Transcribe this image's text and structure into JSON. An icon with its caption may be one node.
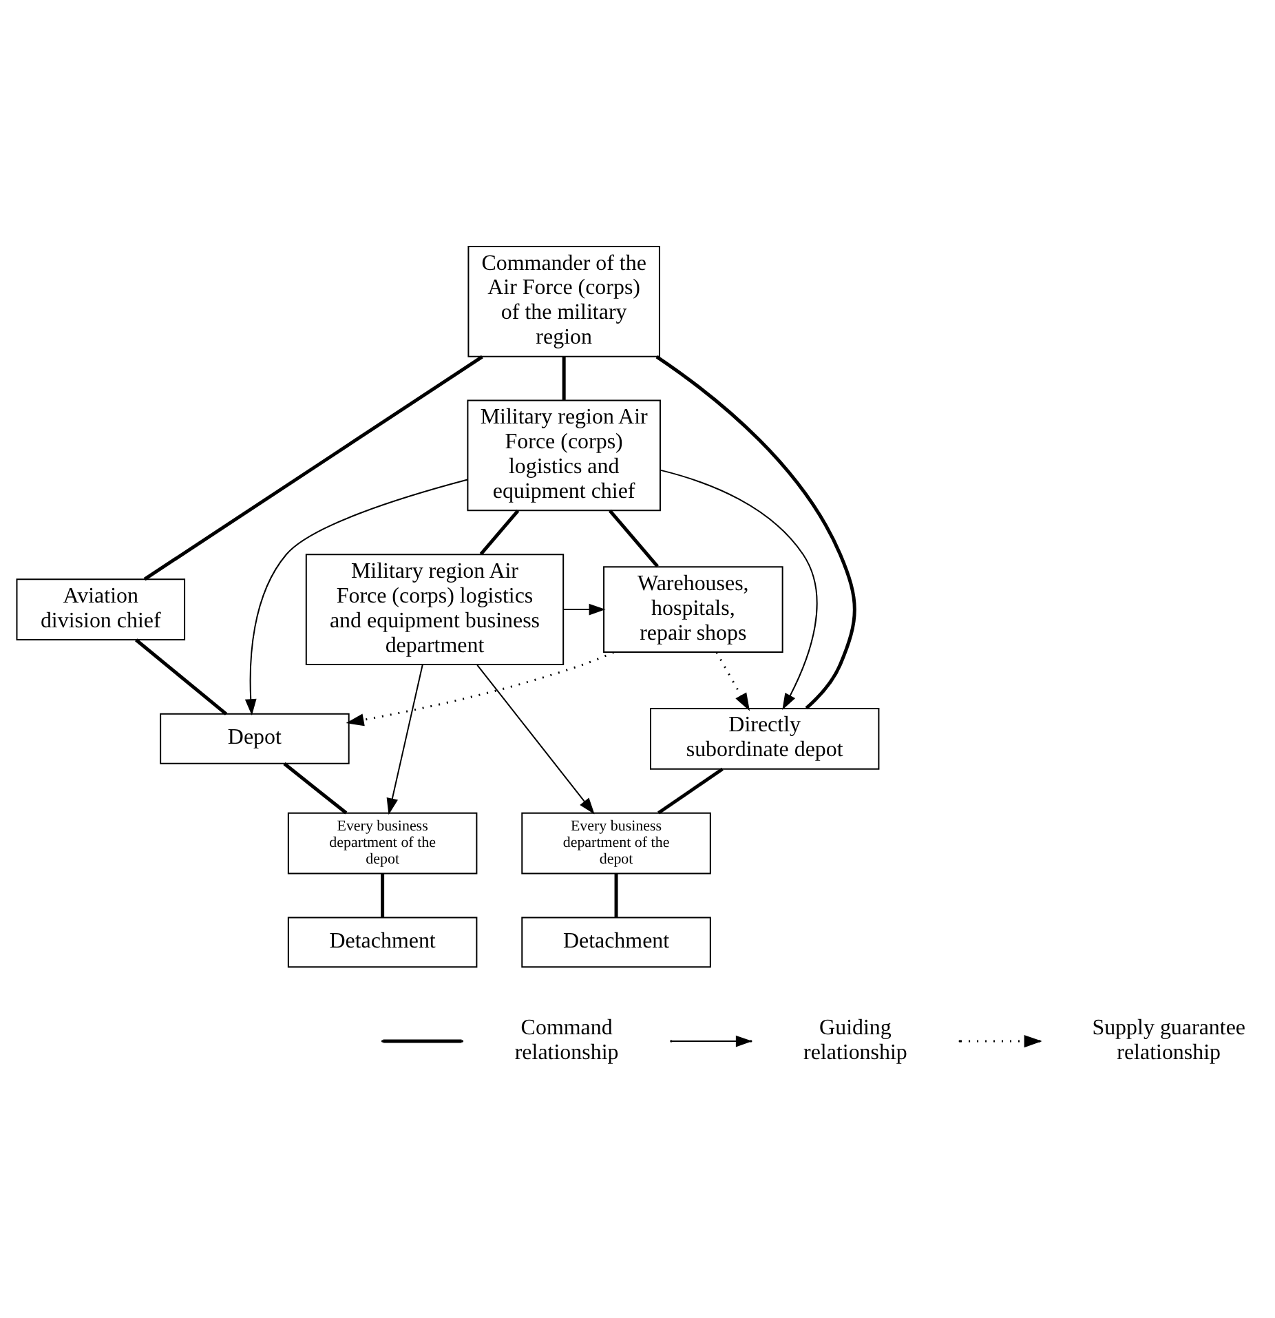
{
  "diagram": {
    "nodes": [
      {
        "text": [
          "Commander of the Air Force (corps) of the military region"
        ]
      },
      {
        "text": [
          "Military region Air Force (corps) logistics and equipment chief"
        ]
      },
      {
        "text": [
          "Aviation division chief"
        ]
      },
      {
        "text": [
          "Warehouses, hospitals, repair shops"
        ]
      },
      {
        "text": [
          "Military region Air Force (corps) logistics and equipment business department"
        ]
      },
      {
        "text": [
          "Depot"
        ]
      },
      {
        "text": [
          "Directly subordinate depot"
        ]
      },
      {
        "text": [
          "Every business department of the depot"
        ]
      },
      {
        "text": [
          "Detachment"
        ]
      },
      {
        "text": [
          "Every business department of the depot"
        ]
      },
      {
        "text": [
          "Detachment"
        ]
      }
    ],
    "edges": [
      {
        "from": 0,
        "to": 1,
        "arrow": "none"
      },
      {
        "from": 0,
        "to": 2,
        "arrow": "none"
      },
      {
        "from": 0,
        "to": 6,
        "arrow": "none"
      },
      {
        "from": 1,
        "to": 3,
        "arrow": "none"
      },
      {
        "from": 1,
        "to": 4,
        "arrow": "none"
      },
      {
        "from": 1,
        "to": 5,
        "arrow": "to"
      },
      {
        "from": 1,
        "to": 6,
        "arrow": "to"
      },
      {
        "from": 4,
        "to": 3,
        "arrow": "to"
      },
      {
        "from": 3,
        "to": 5,
        "arrow": "to",
        "style": "dashed"
      },
      {
        "from": 3,
        "to": 6,
        "arrow": "to",
        "style": "dashed"
      },
      {
        "from": 2,
        "to": 5,
        "arrow": "none"
      },
      {
        "from": 4,
        "to": 7,
        "arrow": "to"
      },
      {
        "from": 4,
        "to": 9,
        "arrow": "to"
      },
      {
        "from": 5,
        "to": 7,
        "arrow": "none"
      },
      {
        "from": 6,
        "to": 9,
        "arrow": "none"
      },
      {
        "from": 7,
        "to": 8,
        "arrow": "none"
      },
      {
        "from": 9,
        "to": 10,
        "arrow": "none"
      }
    ],
    "legend": [
      {
        "text": "Command relationship"
      },
      {
        "text": "Guiding relationship"
      },
      {
        "text": "Supply guarantee relationship"
      }
    ]
  }
}
